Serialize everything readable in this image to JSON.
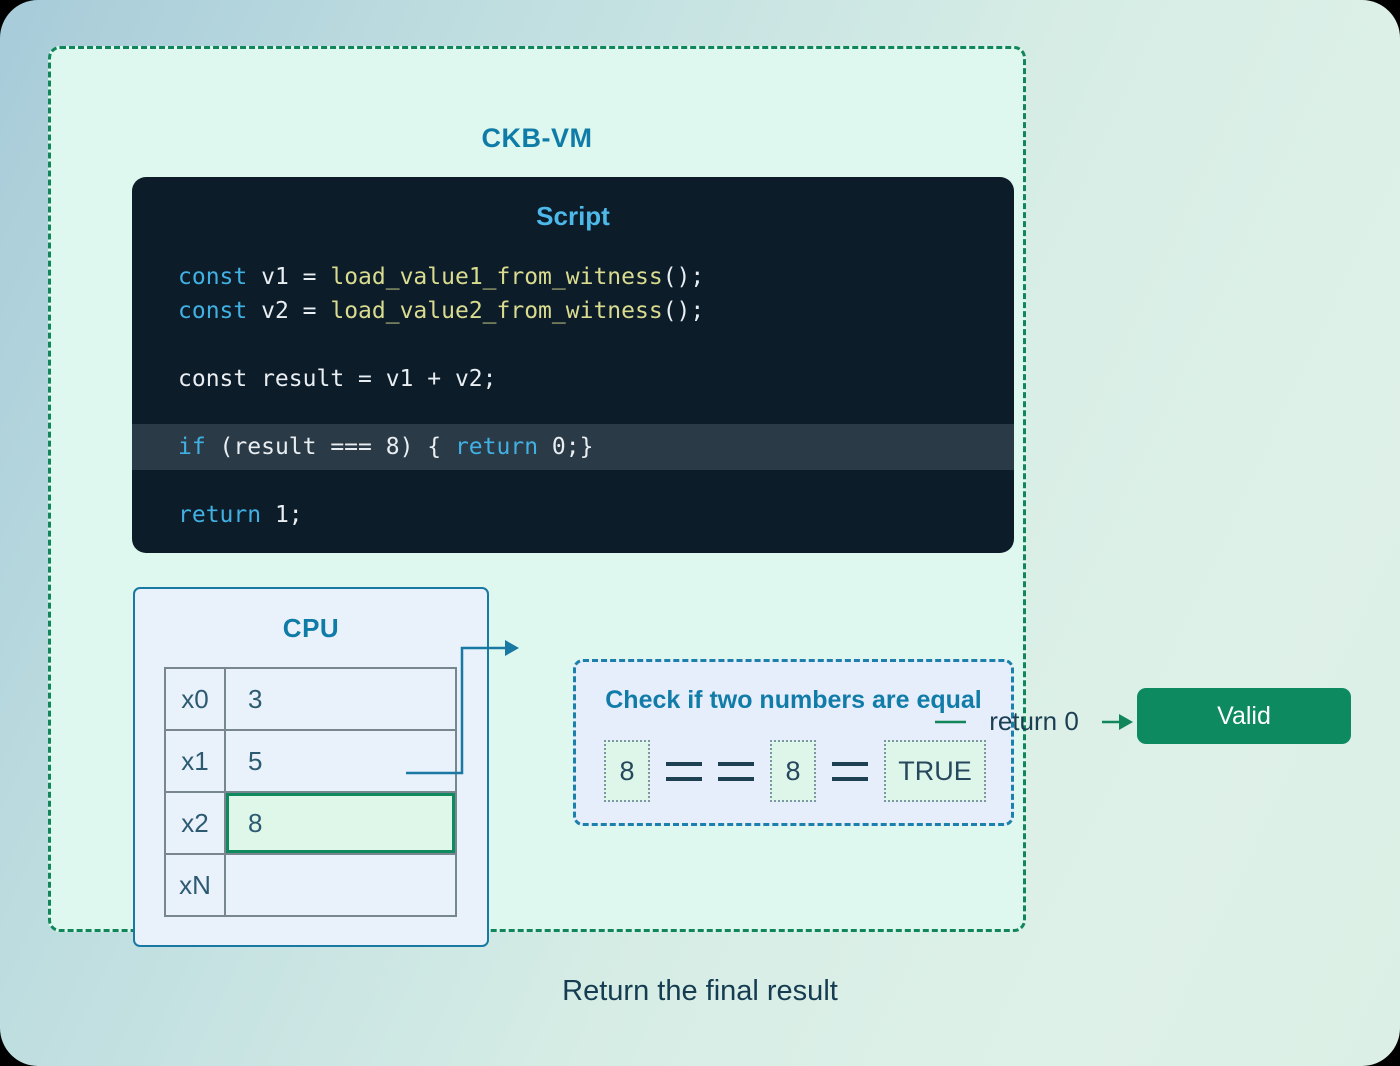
{
  "vm": {
    "title": "CKB-VM"
  },
  "script": {
    "title": "Script",
    "line1": {
      "kw": "const",
      "a": " v1 = ",
      "fn": "load_value1_from_witness",
      "b": "();"
    },
    "line2": {
      "kw": "const",
      "a": " v2 = ",
      "fn": "load_value2_from_witness",
      "b": "();"
    },
    "line3": "const result = v1 + v2;",
    "line4": {
      "kw1": "if",
      "a": " (result === 8) { ",
      "kw2": "return",
      "b": " 0;}"
    },
    "line5": {
      "kw": "return",
      "a": " 1;"
    }
  },
  "cpu": {
    "title": "CPU",
    "registers": [
      {
        "name": "x0",
        "value": "3"
      },
      {
        "name": "x1",
        "value": "5"
      },
      {
        "name": "x2",
        "value": "8"
      },
      {
        "name": "xN",
        "value": ""
      }
    ]
  },
  "check": {
    "title": "Check if two numbers are equal",
    "left_operand": "8",
    "right_operand": "8",
    "result": "TRUE"
  },
  "flow": {
    "return_label": "return 0",
    "valid_label": "Valid"
  },
  "page": {
    "footer": "Return the final result"
  },
  "colors": {
    "accent_green": "#11865a",
    "accent_teal": "#1979a3",
    "title_blue": "#0f7ca8",
    "code_keyword": "#41b1e4",
    "code_function": "#d9db8f",
    "code_bg": "#0c1c29",
    "valid_bg": "#0d8a60"
  }
}
